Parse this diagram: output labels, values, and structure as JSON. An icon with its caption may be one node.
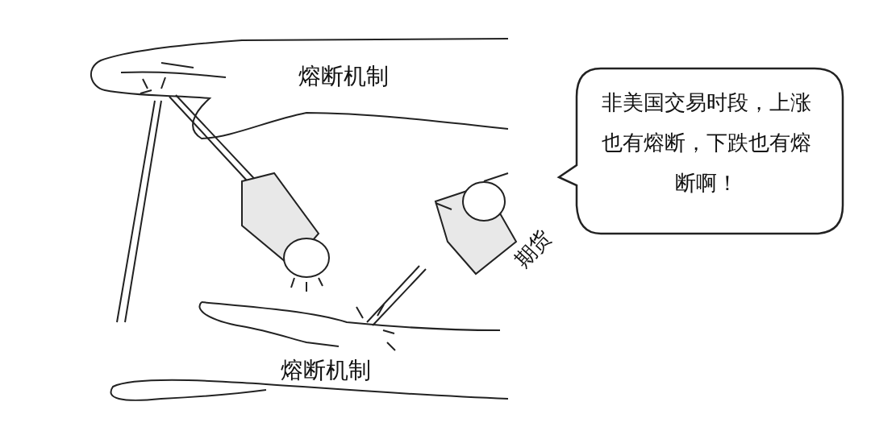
{
  "diagram": {
    "nodes": [
      {
        "text": [
          "非美国交易时段，上涨也有熔断，下跌也有熔断啊！"
        ]
      }
    ],
    "labels": [
      "熔断机制",
      "期货",
      "熔断机制"
    ]
  }
}
